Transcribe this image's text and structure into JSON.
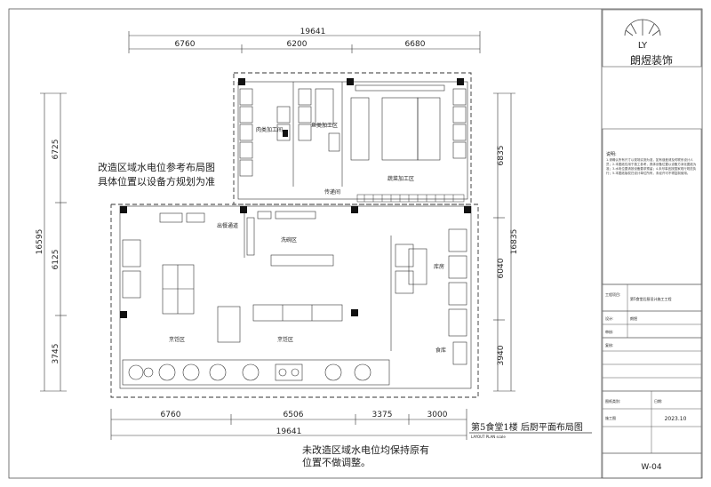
{
  "plan": {
    "top_dims": {
      "total": "19641",
      "segments": [
        "6760",
        "6200",
        "6680"
      ]
    },
    "bottom_dims": {
      "total": "19641",
      "segments": [
        "6760",
        "6506",
        "3375",
        "3000"
      ]
    },
    "left_dims": {
      "total": "16595",
      "segments": [
        "6725",
        "6125",
        "3745"
      ]
    },
    "right_dims": {
      "total": "16835",
      "segments": [
        "6835",
        "6040",
        "3940"
      ]
    },
    "note_top_line1": "改造区域水电位参考布局图",
    "note_top_line2": "具体位置以设备方规划为准",
    "note_bottom_line1": "未改造区域水电位均保持原有",
    "note_bottom_line2": "位置不做调整。",
    "drawing_title": "第5食堂1楼 后厨平面布局图",
    "drawing_scale": "LAYOUT PLAN scale",
    "zones": {
      "meat1": "肉类加工间",
      "meat2": "鱼类加工区",
      "veg": "蔬菜加工区",
      "corridor": "传递间",
      "serve": "出餐通道",
      "wash": "洗碗区",
      "cook1": "烹饪区",
      "cook2": "烹饪区",
      "store": "库房",
      "dry": "食库"
    }
  },
  "title_block": {
    "logo_text": "朗煜装饰",
    "notes_heading": "说明:",
    "notes_body": "1.请确认所有尺寸以现场实测为准，如有误差请及时联系设计人员；2.本图纸仅用于施工参考，具体设备位置以设备方深化图纸为准；3.水电位置请按设备要求预留；4.未尽事宜按国家现行规范执行；5.本图纸版权归设计单位所有，未经许可不得复制使用。",
    "rows": [
      {
        "label": "工程项目:",
        "value": "第5食堂后厨设计施工工程"
      },
      {
        "label": "设计:",
        "value": "朗煜"
      },
      {
        "label": "审核:",
        "value": ""
      },
      {
        "label": "复核:",
        "value": ""
      },
      {
        "label": "日期:",
        "value": "2023.10"
      },
      {
        "label": "图纸类别:",
        "value": "施工图"
      }
    ],
    "date": "2023.10",
    "page_no": "W-04"
  }
}
